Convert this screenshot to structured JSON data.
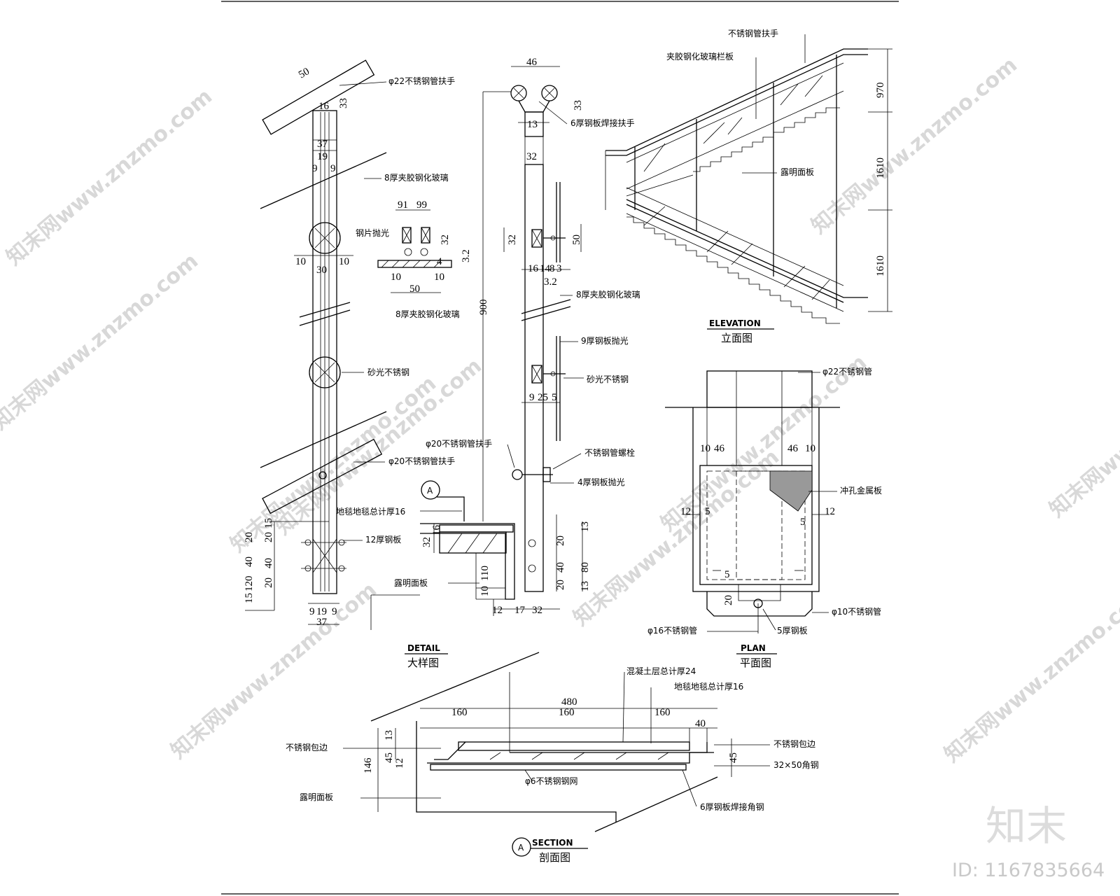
{
  "views": {
    "detail": {
      "title": "DETAIL",
      "subtitle": "大样图"
    },
    "plan": {
      "title": "PLAN",
      "subtitle": "平面图"
    },
    "elevation": {
      "title": "ELEVATION",
      "subtitle": "立面图"
    },
    "section": {
      "title": "SECTION",
      "subtitle": "剖面图",
      "marker": "A"
    }
  },
  "detail_annotations": {
    "handrail_top": "φ22不锈钢管扶手",
    "glass_8": "8厚夹胶钢化玻璃",
    "glass_8_b": "8厚夹胶钢化玻璃",
    "glass_8_c": "8厚夹胶钢化玻璃",
    "steel_clamp": "钢片抛光",
    "sand_steel": "砂光不锈钢",
    "sand_steel_b": "砂光不锈钢",
    "handrail_20": "φ20不锈钢管扶手",
    "handrail_20_b": "φ20不锈钢管扶手",
    "plate_12": "12厚钢板",
    "carpet": "地毯地毯总计厚16",
    "exposed_panel": "露明面板",
    "plate_6": "6厚钢板焊接扶手",
    "plate_9": "9厚钢板抛光",
    "bolt": "不锈钢管螺栓",
    "plate_4": "4厚钢板抛光",
    "marker_a": "A"
  },
  "detail_dims": {
    "d50": "50",
    "d16": "16",
    "d33": "33",
    "d37": "37",
    "d19": "19",
    "d9a": "9",
    "d9b": "9",
    "d91": "91",
    "d99": "99",
    "d32a": "32",
    "d4": "4",
    "d32b": "3.2",
    "d10a": "10",
    "d30": "30",
    "d10b": "10",
    "d10c": "10",
    "d50b": "50",
    "d10d": "10",
    "d20": "20",
    "d40": "40",
    "d20b": "20",
    "d15": "15",
    "d120": "120",
    "d40b": "40",
    "d20c": "20",
    "d15b": "15",
    "b9": "9",
    "b19": "19",
    "b9b": "9",
    "b37": "37",
    "s46": "46",
    "s33": "33",
    "s13": "13",
    "s32": "32",
    "s32b": "32",
    "s50": "50",
    "s16": "16",
    "s14": "14",
    "s8": "8",
    "s3": "3",
    "s32c": "3.2",
    "s900": "900",
    "s9": "9",
    "s25": "25",
    "s5": "5",
    "c32": "32",
    "c16": "16",
    "c110": "110",
    "c10": "10",
    "c12": "12",
    "c17": "17",
    "c32b": "32",
    "c20": "20",
    "c40": "40",
    "c20b": "20",
    "c13": "13",
    "c80": "80",
    "c13b": "13"
  },
  "elevation": {
    "labels": {
      "handrail": "不锈钢管扶手",
      "glass": "夹胶钢化玻璃栏板",
      "panel": "露明面板"
    },
    "dims": [
      "970",
      "1610",
      "1610"
    ]
  },
  "plan": {
    "labels": {
      "pipe22": "φ22不锈钢管",
      "perforated": "冲孔金属板",
      "pipe10": "φ10不锈钢管",
      "pipe16": "φ16不锈钢管",
      "plate5": "5厚钢板"
    },
    "dims": {
      "l10": "10",
      "l46": "46",
      "r46": "46",
      "r10": "10",
      "l12": "12",
      "l5": "5",
      "r5": "5",
      "r12": "12",
      "b5": "5",
      "b20": "20"
    }
  },
  "section": {
    "labels": {
      "concrete": "混凝土层总计厚24",
      "carpet": "地毯地毯总计厚16",
      "edge_l": "不锈钢包边",
      "edge_r": "不锈钢包边",
      "angle": "32×50角钢",
      "mesh": "φ6不锈钢钢网",
      "panel": "露明面板",
      "plate": "6厚钢板焊接角钢"
    },
    "dims": {
      "total": "480",
      "a": "160",
      "b": "160",
      "c": "160",
      "d40": "40",
      "d13": "13",
      "d45": "45",
      "d146": "146",
      "d12": "12",
      "d45r": "45"
    }
  },
  "watermark": {
    "text": "知末网www.znzmo.com",
    "brand": "知末",
    "id": "ID: 1167835664"
  }
}
